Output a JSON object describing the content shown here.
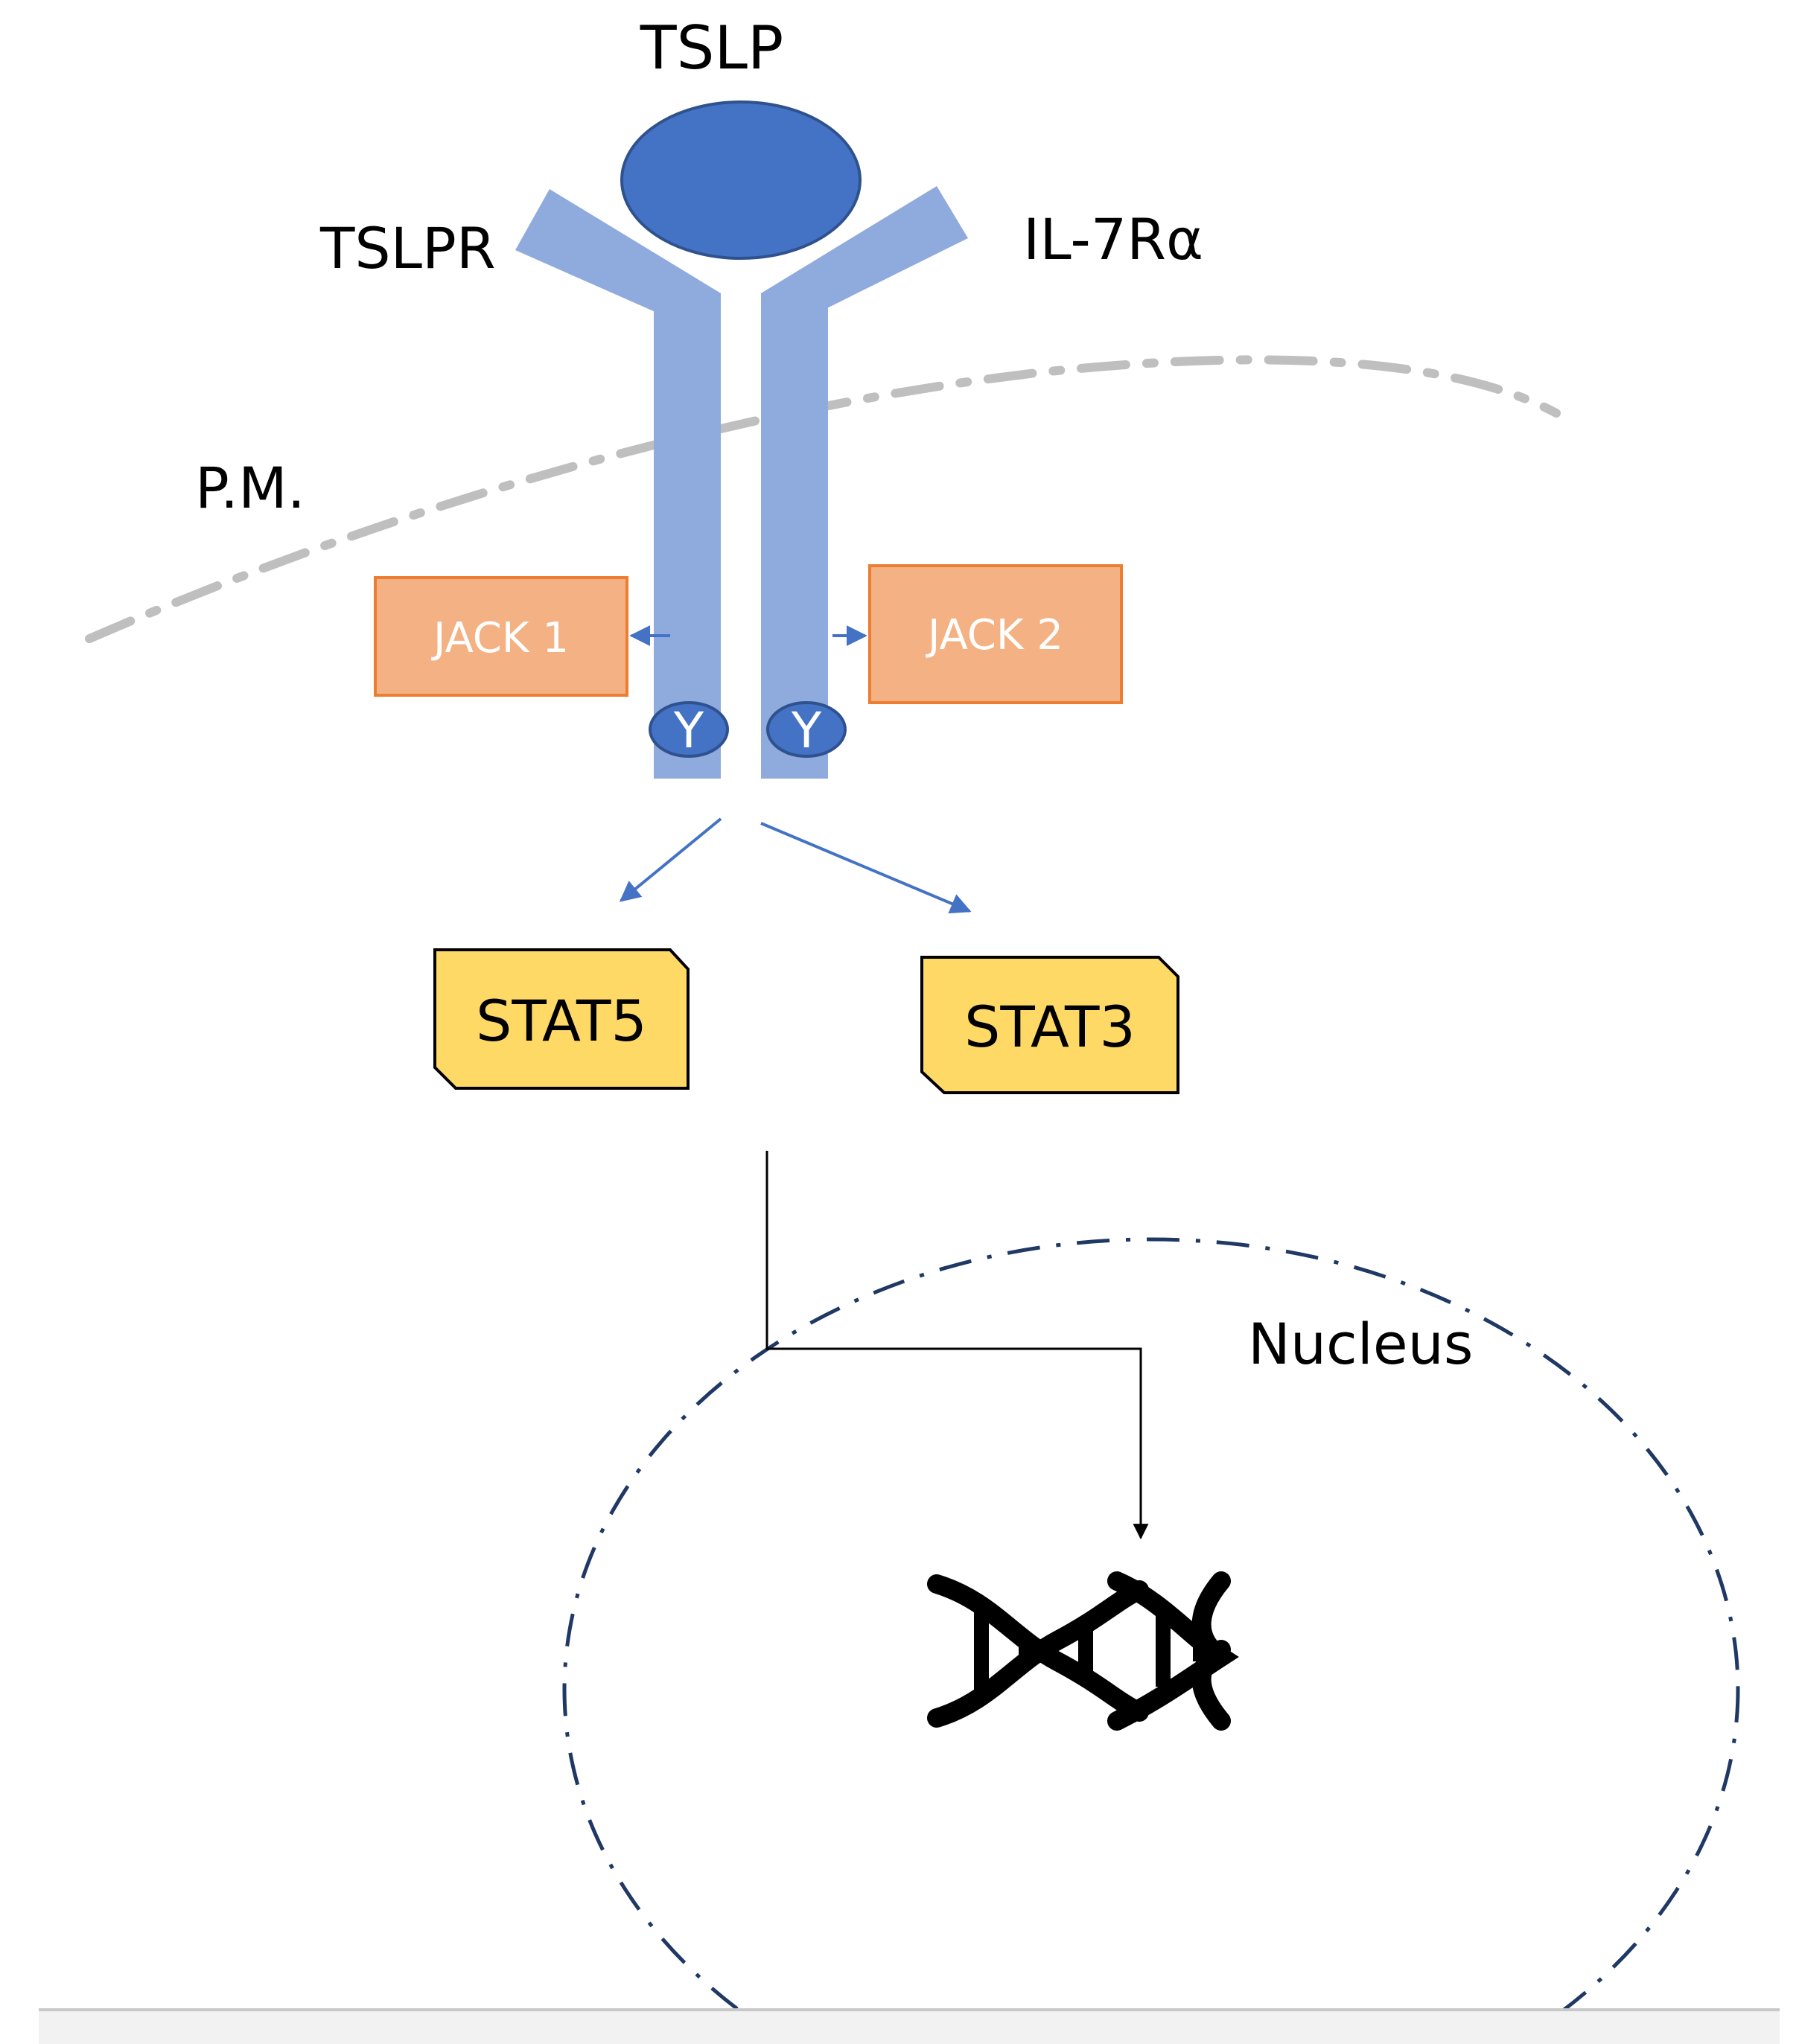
{
  "ligand": {
    "label": "TSLP"
  },
  "receptors": {
    "left_label": "TSLPR",
    "right_label": "IL-7Rα"
  },
  "membrane": {
    "label": "P.M."
  },
  "kinases": {
    "left_label": "JACK 1",
    "right_label": "JACK 2"
  },
  "tyrosine": {
    "left_label": "Y",
    "right_label": "Y"
  },
  "stats": {
    "left_label": "STAT5",
    "right_label": "STAT3"
  },
  "nucleus": {
    "label": "Nucleus"
  },
  "icons": {
    "dna": "dna-helix-icon"
  },
  "colors": {
    "ligand": "#4472c4",
    "receptor": "#8faadc",
    "kinase_fill": "#f4b183",
    "kinase_stroke": "#ed7d31",
    "stat_fill": "#ffd966",
    "membrane_line": "#bfbfbf",
    "nucleus_line": "#1f3864",
    "arrow_blue": "#4472c4"
  }
}
